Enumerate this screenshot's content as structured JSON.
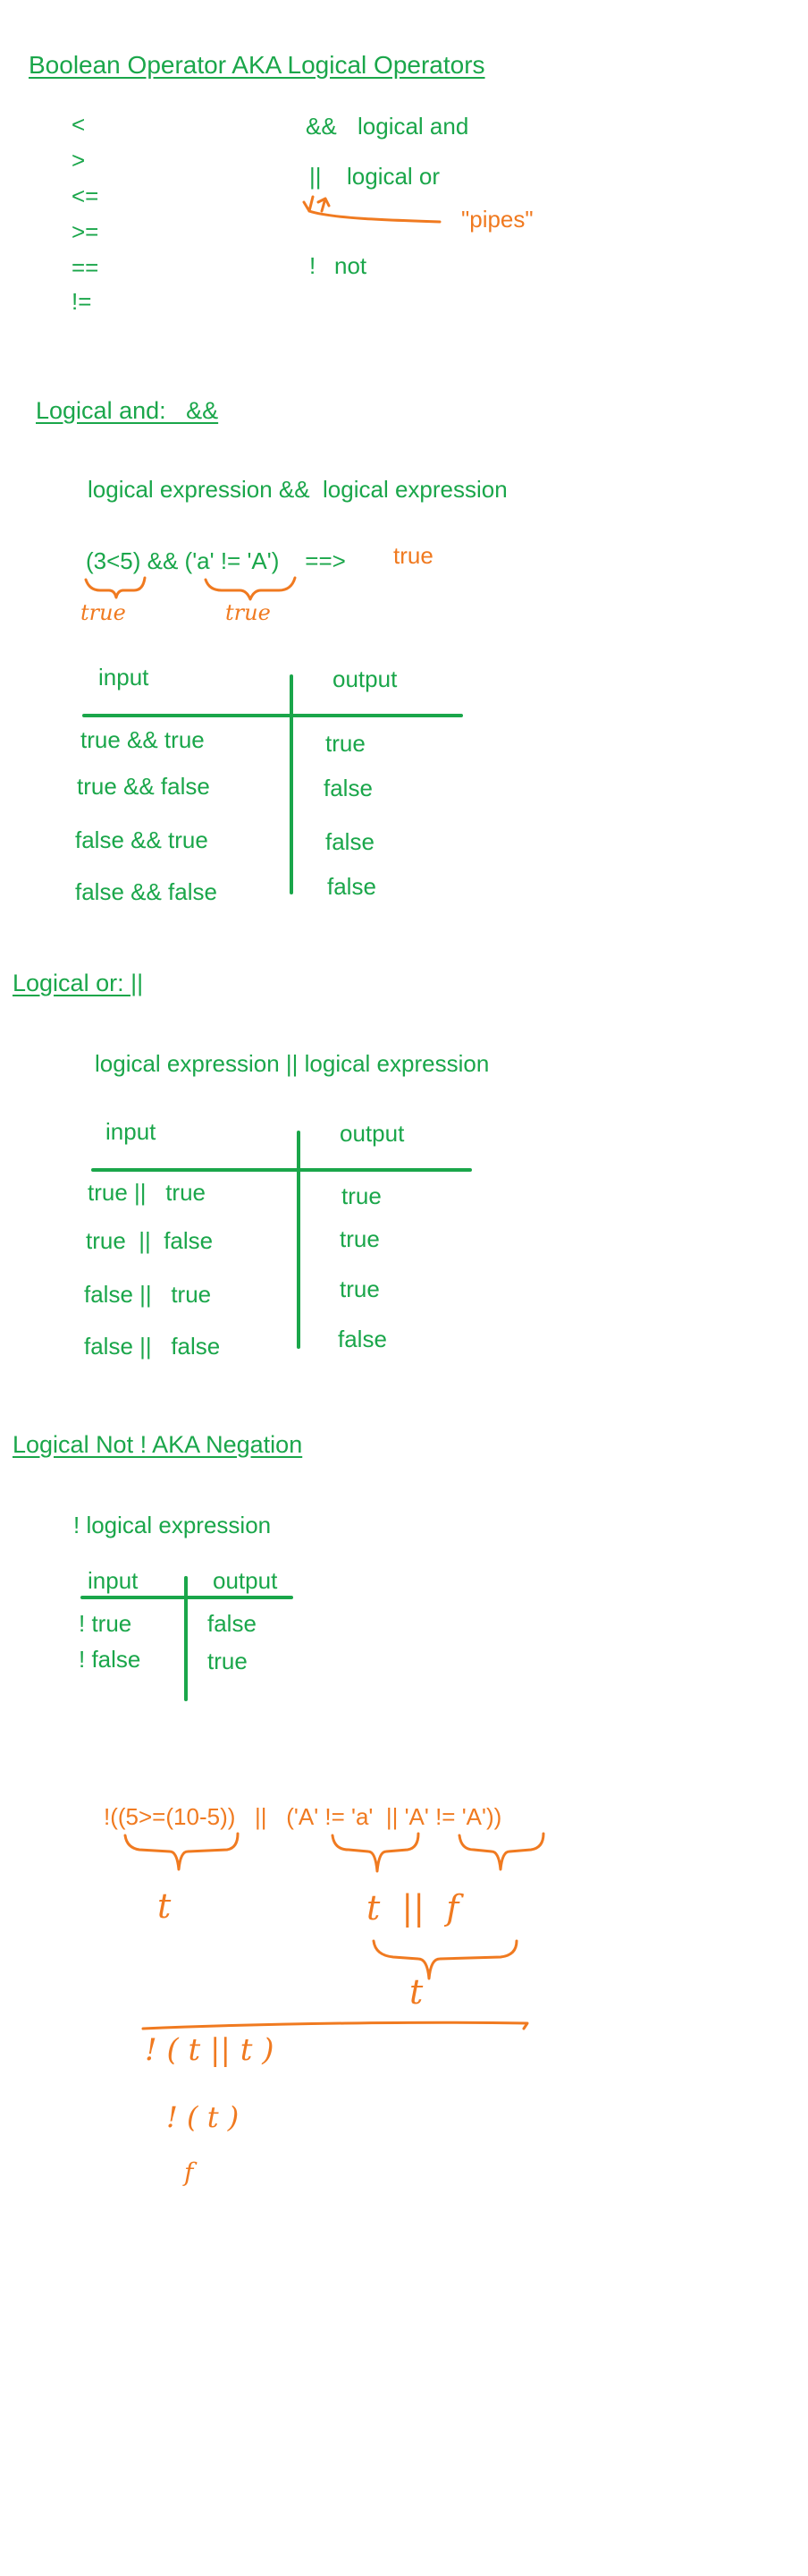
{
  "colors": {
    "green": "#1aa64a",
    "orange": "#f07a20"
  },
  "section1": {
    "title": "Boolean Operator AKA Logical Operators",
    "relational_ops": [
      "<",
      ">",
      "<=",
      ">=",
      "==",
      "!="
    ],
    "logical_ops": [
      {
        "symbol": "&&",
        "meaning": "logical and"
      },
      {
        "symbol": "||",
        "meaning": "logical or"
      },
      {
        "symbol": "!",
        "meaning": "not"
      }
    ],
    "pipes_note": "\"pipes\""
  },
  "section2": {
    "title": "Logical and:   &&",
    "expression": "logical expression &&  logical expression",
    "example": "(3<5) && ('a' != 'A')    ==>",
    "result": "true",
    "annotations": [
      "true",
      "true"
    ],
    "table": {
      "headers": [
        "input",
        "output"
      ],
      "rows": [
        [
          "true && true",
          "true"
        ],
        [
          "true && false",
          "false"
        ],
        [
          "false && true",
          "false"
        ],
        [
          "false && false",
          "false"
        ]
      ]
    }
  },
  "section3": {
    "title": "Logical or: ||",
    "expression": "logical expression || logical expression",
    "table": {
      "headers": [
        "input",
        "output"
      ],
      "rows": [
        [
          "true ||   true",
          "true"
        ],
        [
          "true  ||  false",
          "true"
        ],
        [
          "false ||   true",
          "true"
        ],
        [
          "false ||   false",
          "false"
        ]
      ]
    }
  },
  "section4": {
    "title": "Logical Not ! AKA Negation",
    "expression": "! logical expression",
    "table": {
      "headers": [
        "input",
        "output"
      ],
      "rows": [
        [
          "! true",
          "false"
        ],
        [
          "! false",
          "true"
        ]
      ]
    }
  },
  "section5": {
    "expression": "!((5>=(10-5))   ||   ('A' != 'a'  || 'A' != 'A'))",
    "t1": "t",
    "t_or_f": "t  ||  f",
    "t2": "t",
    "step1": "! ( t || t )",
    "step2": "! ( t )",
    "final": "f"
  }
}
